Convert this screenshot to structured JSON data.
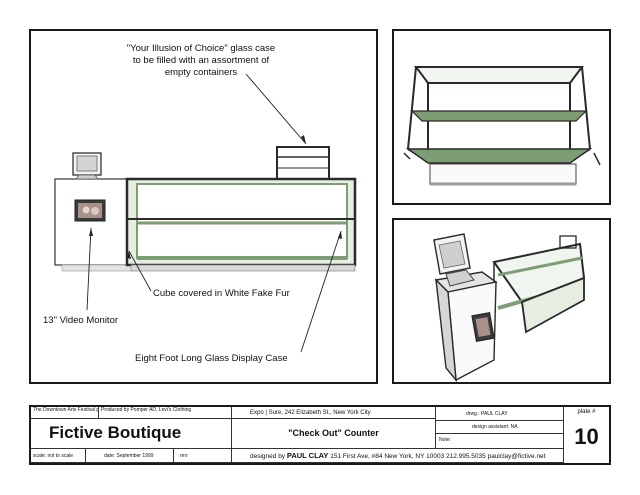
{
  "main_panel": {
    "callouts": {
      "glass_case": "\"Your Illusion of Choice\" glass case\nto be filled with an assortment of\nempty containers",
      "fur_cube": "Cube covered in White Fake Fur",
      "video_monitor": "13\" Video Monitor",
      "glass_display": "Eight Foot Long Glass Display Case"
    }
  },
  "colors": {
    "glass_tint": "#e6eee2",
    "shelf_green": "#7d9e75",
    "frame": "#2a2a2a",
    "fur_white": "#ffffff",
    "shadow": "#bdbdbd"
  },
  "title_block": {
    "presenter": "The Downtown Arts Festival presents",
    "producer": "Produced by Pomper AD, Levi's Clothing",
    "expo": "Expo | Sure, 242 Elizabeth St., New York City",
    "drwg": "drwg.: PAUL CLAY",
    "plate_label": "plate #",
    "project_title": "Fictive Boutique",
    "design_assistant": "design assistant: NA",
    "sheet_title": "\"Check Out\" Counter",
    "note_label": "Note:",
    "plate_number": "10",
    "scale": "scale: not to scale",
    "date": "date: September 1999",
    "rev": "rev:",
    "designed_by_label": "designed by",
    "designer_name": "PAUL CLAY",
    "designer_address": "151 First Ave, #84 New York, NY 10003",
    "designer_phone": "212.995.5035",
    "designer_email": "paulclay@fictive.net"
  }
}
